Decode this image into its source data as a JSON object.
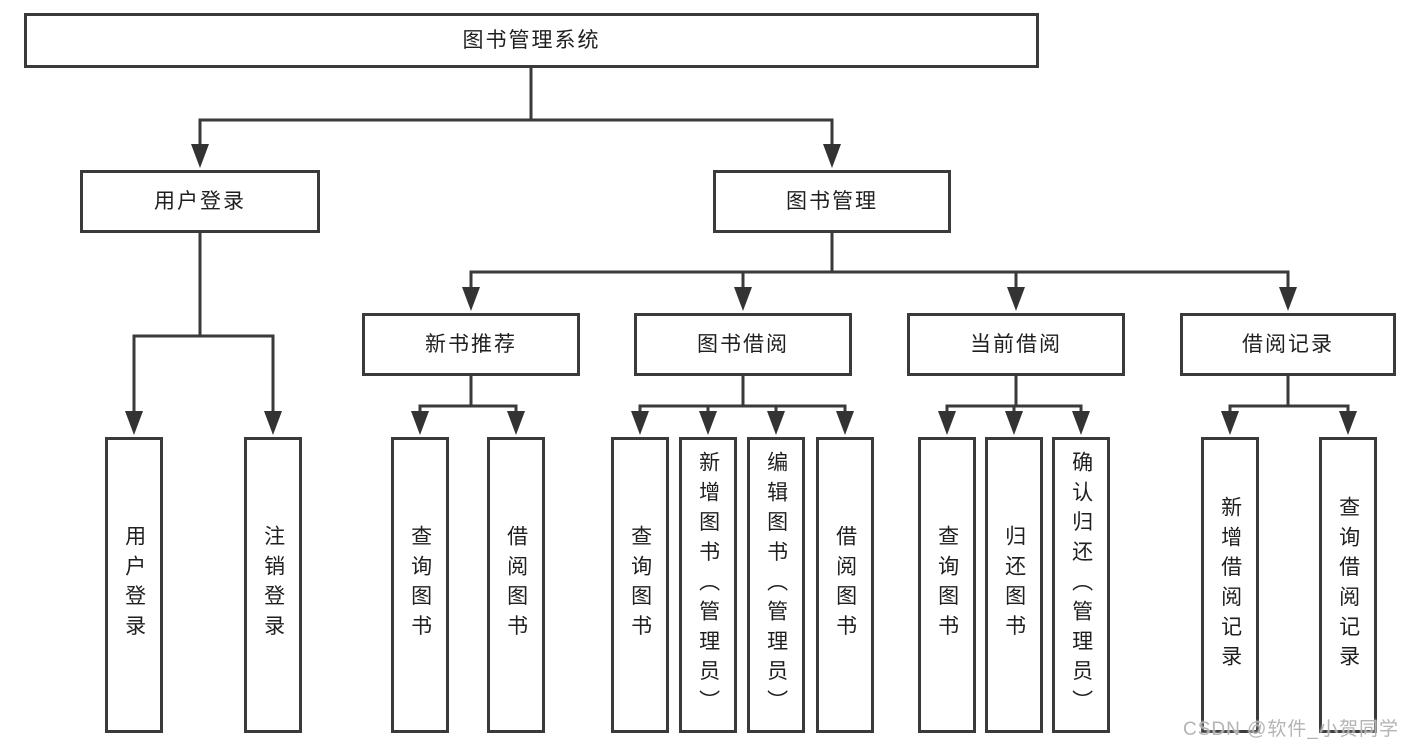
{
  "diagram_type": "hierarchy-tree",
  "tree": {
    "label": "图书管理系统",
    "children": [
      {
        "label": "用户登录",
        "children": [
          {
            "label": "用户登录"
          },
          {
            "label": "注销登录"
          }
        ]
      },
      {
        "label": "图书管理",
        "children": [
          {
            "label": "新书推荐",
            "children": [
              {
                "label": "查询图书"
              },
              {
                "label": "借阅图书"
              }
            ]
          },
          {
            "label": "图书借阅",
            "children": [
              {
                "label": "查询图书"
              },
              {
                "label": "新增图书（管理员）"
              },
              {
                "label": "编辑图书（管理员）"
              },
              {
                "label": "借阅图书"
              }
            ]
          },
          {
            "label": "当前借阅",
            "children": [
              {
                "label": "查询图书"
              },
              {
                "label": "归还图书"
              },
              {
                "label": "确认归还（管理员）"
              }
            ]
          },
          {
            "label": "借阅记录",
            "children": [
              {
                "label": "新增借阅记录"
              },
              {
                "label": "查询借阅记录"
              }
            ]
          }
        ]
      }
    ]
  },
  "watermark": {
    "text": "CSDN @软件_小贺同学"
  },
  "colors": {
    "line": "#3a3a3a",
    "box_border": "#3a3a3a",
    "text": "#1f1f1f",
    "watermark": "#b0b0b0",
    "background": "#ffffff"
  }
}
